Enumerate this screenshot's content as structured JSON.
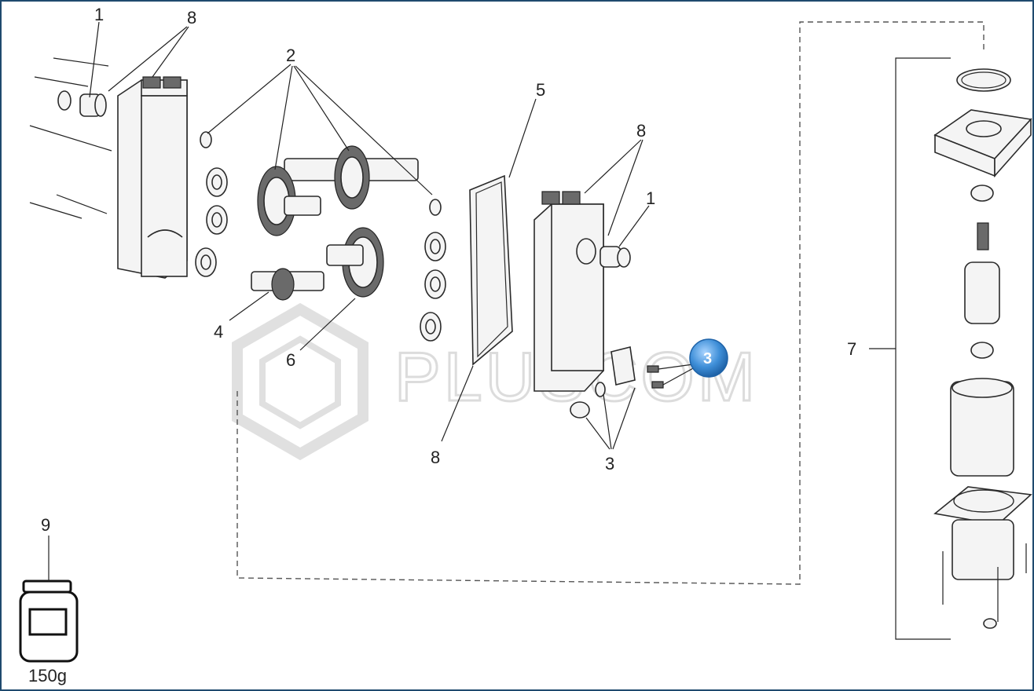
{
  "callouts": [
    {
      "id": "c1a",
      "text": "1"
    },
    {
      "id": "c8a",
      "text": "8"
    },
    {
      "id": "c2",
      "text": "2"
    },
    {
      "id": "c5",
      "text": "5"
    },
    {
      "id": "c8b",
      "text": "8"
    },
    {
      "id": "c1b",
      "text": "1"
    },
    {
      "id": "c4",
      "text": "4"
    },
    {
      "id": "c6",
      "text": "6"
    },
    {
      "id": "c8c",
      "text": "8"
    },
    {
      "id": "c3",
      "text": "3"
    },
    {
      "id": "c7",
      "text": "7"
    },
    {
      "id": "c9",
      "text": "9"
    }
  ],
  "badge": {
    "text": "3",
    "color": "#3f8fd8"
  },
  "weight_label": "150g",
  "watermark": {
    "text": "PLUSCOM"
  },
  "colors": {
    "frame": "#1f4a6e",
    "line": "#222222",
    "watermark": "#d9d9d9"
  }
}
